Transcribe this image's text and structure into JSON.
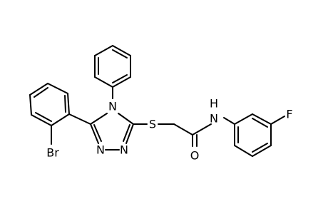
{
  "molecule": {
    "atoms": {
      "n4": "N",
      "n1": "N",
      "n2": "N",
      "s": "S",
      "o": "O",
      "nh_n": "N",
      "nh_h": "H",
      "f": "F",
      "br": "Br"
    }
  }
}
